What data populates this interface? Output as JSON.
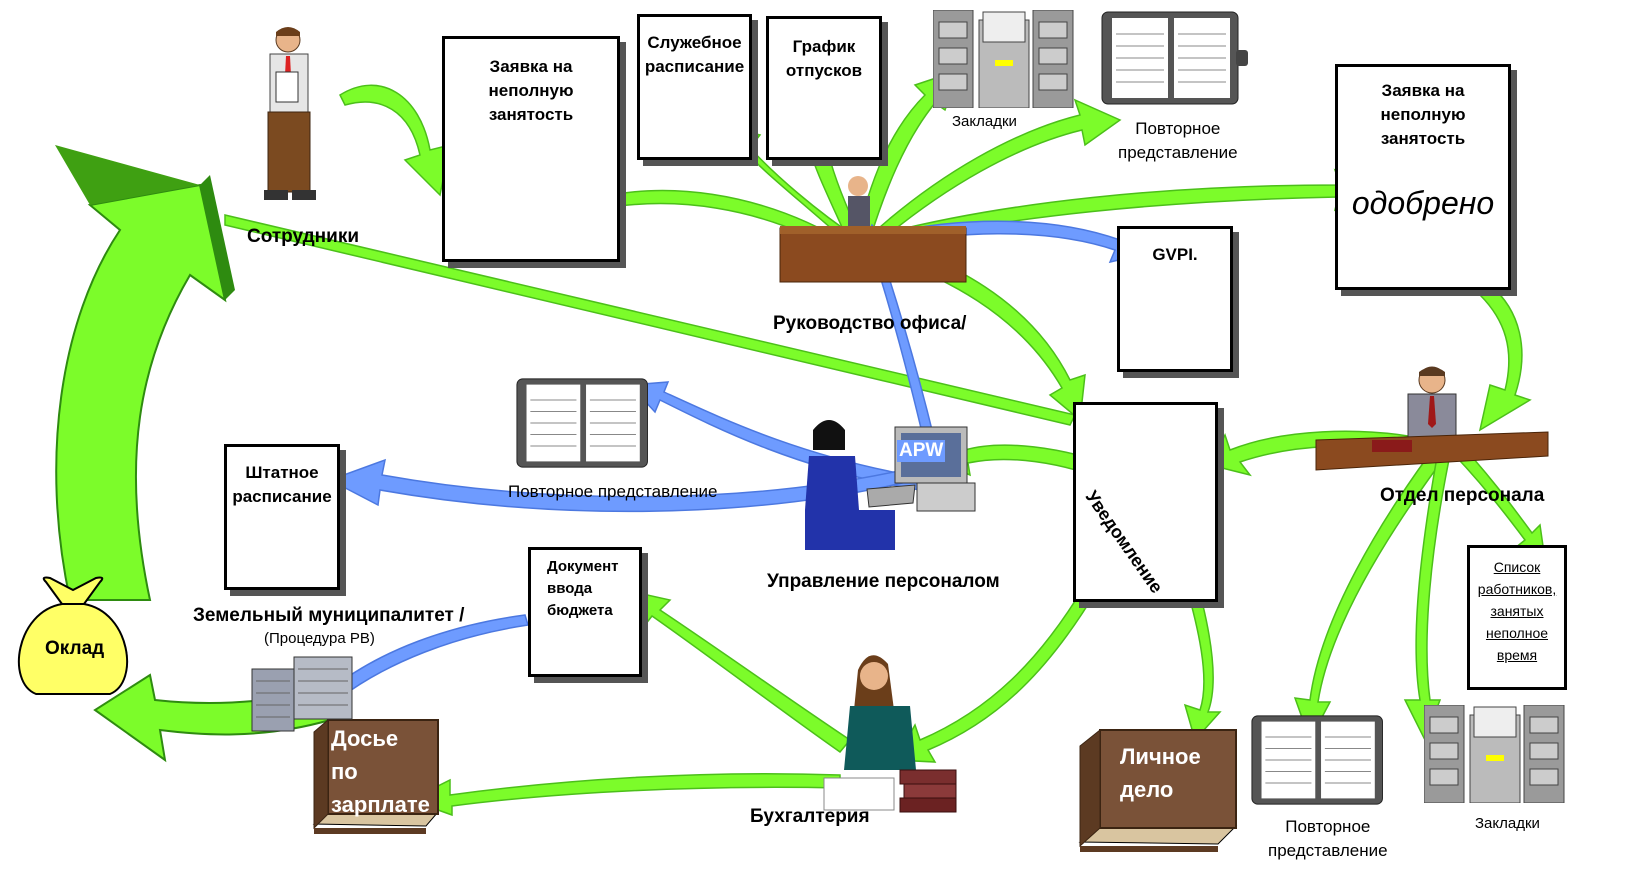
{
  "colors": {
    "green_arrow": "#7CFC2A",
    "green_dark": "#3FA012",
    "blue_arrow": "#6E9BFF",
    "bag": "#FFFF66",
    "book": "#7A5238",
    "desk": "#8B4A1F"
  },
  "icons": [
    "worker-icon",
    "manager-at-desk-icon",
    "hr-manager-icon",
    "operator-at-computer-icon",
    "accountant-icon",
    "money-bag-icon",
    "file-cabinet-icon",
    "planner-icon",
    "server-icon",
    "folder-book-icon",
    "computer-icon"
  ],
  "docs": {
    "part_time_request": "Заявка на\nнеполную\nзанятость",
    "service_schedule": "Служебное\nрасписание",
    "vacation_schedule": "График\nотпусков",
    "gvpi": "GVPI.",
    "approved_request_title": "Заявка на\nнеполную\nзанятость",
    "approved": "одобрено",
    "notice": "Уведомление",
    "staffing": "Штатное\nрасписание",
    "budget_doc": "Документ\nввода\nбюджета",
    "part_time_list": "Список\nработников,\nзанятых\nнеполное\nвремя"
  },
  "labels": {
    "employees": "Сотрудники",
    "office_mgmt": "Руководство офиса/",
    "hr_dept": "Отдел персонала",
    "hr_mgmt": "Управление персоналом",
    "municipality": "Земельный муниципалитет /",
    "procedure": "(Процедура PB)",
    "accounting": "Бухгалтерия",
    "bookmarks_top": "Закладки",
    "resubmission_top": "Повторное\nпредставление",
    "resubmission_mid": "Повторное представление",
    "resubmission_bottom": "Повторное\nпредставление",
    "bookmarks_bottom": "Закладки",
    "apw": "APW",
    "salary": "Оклад",
    "payroll_file": "Досье\nпо\nзарплате",
    "personal_file": "Личное\nдело"
  }
}
